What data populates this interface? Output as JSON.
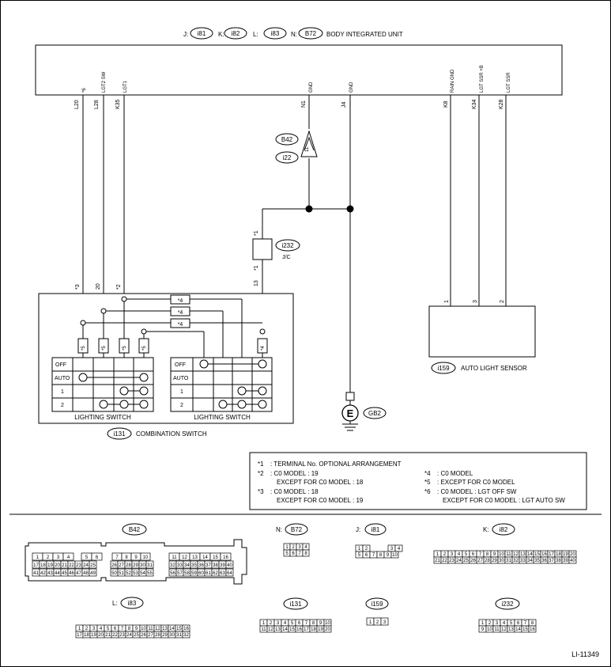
{
  "header": {
    "prefix_j": "J:",
    "conn_j": "i81",
    "prefix_k": "K:",
    "conn_k": "i82",
    "prefix_l": "L:",
    "conn_l": "i83",
    "prefix_n": "N:",
    "conn_n": "B72",
    "title": "BODY INTEGRATED UNIT"
  },
  "biu_pins": [
    {
      "code": "L20",
      "label": "*6"
    },
    {
      "code": "L28",
      "label": "LGT2 SW"
    },
    {
      "code": "K35",
      "label": "LGT1"
    },
    {
      "code": "N1",
      "label": "GND"
    },
    {
      "code": "J4",
      "label": "GND"
    },
    {
      "code": "K8",
      "label": "RAIN GND"
    },
    {
      "code": "K34",
      "label": "LGT SSR +B"
    },
    {
      "code": "K28",
      "label": "LGT SSR"
    }
  ],
  "ground_conn": {
    "top": "B42",
    "bottom": "i22",
    "pin": "11"
  },
  "jc": {
    "conn": "i232",
    "label": "J/C",
    "star_top": "*1",
    "star_bottom": "*1",
    "pin": "13"
  },
  "switch_wires": {
    "w1": "*3",
    "w2": "20",
    "w3": "*2"
  },
  "star4": "*4",
  "star5": "*5",
  "switch_rows": [
    "OFF",
    "AUTO",
    "1",
    "2"
  ],
  "switch_label": "LIGHTING SWITCH",
  "combination": {
    "conn": "i131",
    "label": "COMBINATION SWITCH"
  },
  "ground_point": {
    "symbol": "E",
    "conn": "GB2"
  },
  "sensor": {
    "conn": "i159",
    "label": "AUTO LIGHT SENSOR",
    "pins": [
      "1",
      "3",
      "2"
    ]
  },
  "notes": [
    {
      "mark": "*1",
      "text": ": TERMINAL No. OPTIONAL ARRANGEMENT",
      "text2": ""
    },
    {
      "mark": "*2",
      "text": ": C0 MODEL  : 19",
      "text2": "EXCEPT FOR C0 MODEL  : 18"
    },
    {
      "mark": "*3",
      "text": ": C0 MODEL  : 18",
      "text2": "EXCEPT FOR C0 MODEL  : 19"
    },
    {
      "mark": "*4",
      "text": ": C0 MODEL",
      "text2": ""
    },
    {
      "mark": "*5",
      "text": ": EXCEPT FOR C0 MODEL",
      "text2": ""
    },
    {
      "mark": "*6",
      "text": ": C0 MODEL  : LGT OFF SW",
      "text2": "EXCEPT FOR C0 MODEL  : LGT AUTO SW"
    }
  ],
  "connectors": {
    "b42": {
      "name": "B42"
    },
    "b72": {
      "prefix": "N:",
      "name": "B72"
    },
    "i81": {
      "prefix": "J:",
      "name": "i81"
    },
    "i82": {
      "prefix": "K:",
      "name": "i82"
    },
    "i83": {
      "prefix": "L:",
      "name": "i83"
    },
    "i131": {
      "name": "i131"
    },
    "i159": {
      "name": "i159"
    },
    "i232": {
      "name": "i232"
    }
  },
  "figure_id": "LI-11349"
}
